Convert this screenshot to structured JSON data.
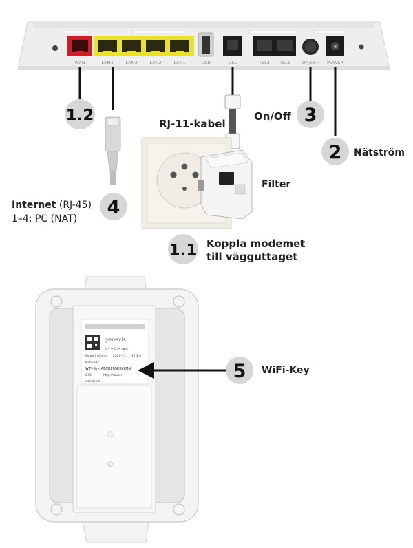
{
  "router": {
    "ports": [
      "WAN",
      "LAN4",
      "LAN3",
      "LAN2",
      "LAN1",
      "USB",
      "DSL",
      "TEL2",
      "TEL1",
      "ON/OFF",
      "POWER"
    ]
  },
  "callouts": {
    "c12": "1.2",
    "c3": "3",
    "c2": "2",
    "c4": "4",
    "c11": "1.1",
    "c5": "5"
  },
  "labels": {
    "onoff": "On/Off",
    "rj11": "RJ-11-kabel",
    "natstrom": "Nätström",
    "filter": "Filter",
    "internet_bold": "Internet",
    "internet_rest": " (RJ-45)",
    "pc_nat": "1–4: PC (NAT)",
    "koppla_line1": "Koppla modemet",
    "koppla_line2": "till vägguttaget",
    "wifikey": "WiFi-Key"
  },
  "sticker": {
    "brand": "genexis",
    "made_in": "Made in China",
    "date": "2020-11",
    "hw": "HV 1.0",
    "network": "Network:",
    "wifi_key": "WiFi-Key: ABCDEFGHIJKLMN",
    "gui": "GUI:",
    "gui_url": "http://router",
    "user": "user/pwd:"
  }
}
